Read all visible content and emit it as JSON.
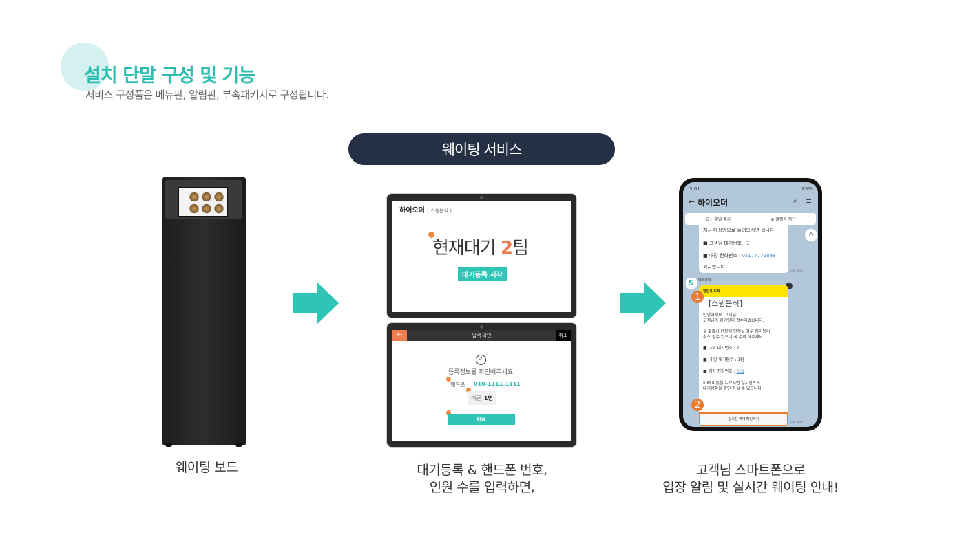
{
  "header": {
    "title": "설치 단말 구성 및 기능",
    "subtitle": "서비스 구성품은 메뉴판, 알림판, 부속패키지로 구성됩니다."
  },
  "service_label": "웨이팅 서비스",
  "colors": {
    "accent": "#2bbdb0",
    "pill": "#253044",
    "orange": "#ea7a30",
    "chat_bg": "#b2c7d9",
    "kakao_yellow": "#fee500"
  },
  "kiosk": {
    "caption": "웨이팅 보드"
  },
  "tablet_top": {
    "brand": "하이오더",
    "store": "( 스윙분식 )",
    "wait_prefix": "현재대기",
    "wait_count": "2",
    "wait_suffix": "팀",
    "start_button": "대기등록 시작"
  },
  "tablet_bottom": {
    "back_icon": "arrow-left",
    "header_title": "입력 확인",
    "cancel": "취소",
    "confirm_text": "등록정보를 확인해주세요.",
    "phone_label": "핸드폰 :",
    "phone_value": "010-1111-1111",
    "adult_label": "어른",
    "adult_value": "1명",
    "done_button": "완료"
  },
  "tablets_caption": [
    "대기등록 & 핸드폰 번호,",
    "인원 수를 입력하면,"
  ],
  "phone": {
    "time": "3:01",
    "battery": "85%",
    "chat_title": "하이오더",
    "add_channel": "채널 추가",
    "block": "알림톡 차단",
    "msg1": [
      "지금 매장안으로 들어오시면 됩니다.",
      "■ 고객님 대기번호 : 1",
      "■ 매장 전화번호 : ",
      "05177779888",
      "감사합니다."
    ],
    "time_label": "오후 3:00",
    "sender": "에스오더",
    "sender_icon": "S",
    "msg2_header": "알림톡 도착",
    "msg2_store": "[스윙분식]",
    "msg2": [
      "안녕하세요. 고객님!",
      "고객님의 웨이팅이 접수되었습니다.",
      "※ 호출시 현장에 안계실 경우 웨이팅이",
      "취소 될수 있으니 꼭 주의 해주세요.",
      "■ 나의 대기번호 : 2",
      "■ 내 앞 대기팀수 : 1팀",
      "■ 매장 전화번호 : ",
      "051",
      "아래 버튼을 누르시면 실시간으로",
      "대기상황을 확인 하실 수 있습니다."
    ],
    "msg2_button": "실시간 예약 확인하기",
    "badge1": "1",
    "badge2": "2"
  },
  "phone_caption": [
    "고객님 스마트폰으로",
    "입장 알림 및 실시간 웨이팅 안내!"
  ]
}
